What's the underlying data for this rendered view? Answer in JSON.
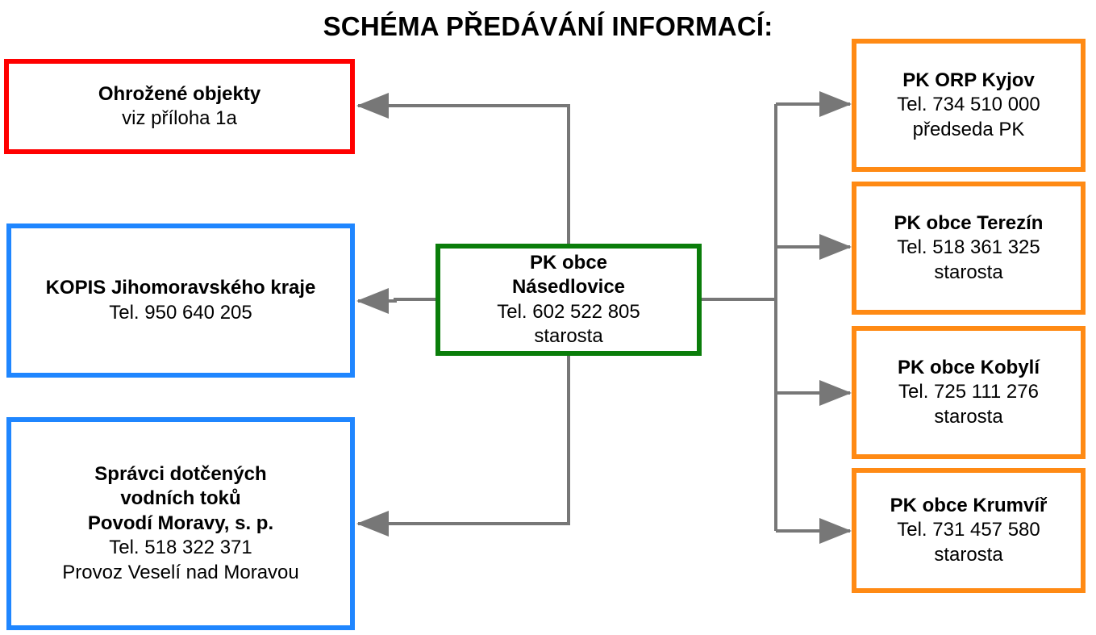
{
  "title": "SCHÉMA PŘEDÁVÁNÍ INFORMACÍ:",
  "colors": {
    "threatened": "#ff0000",
    "authority": "#1f86ff",
    "center": "#0a7d0a",
    "municipality": "#ff8a14",
    "connector": "#777777"
  },
  "boxes": {
    "threatened": {
      "name": "Ohrožené objekty",
      "note": "viz příloha 1a"
    },
    "kopis": {
      "name": "KOPIS Jihomoravského kraje",
      "phone": "Tel. 950 640 205"
    },
    "watercourse": {
      "name_line1": "Správci dotčených",
      "name_line2": "vodních toků",
      "name_line3": "Povodí Moravy, s. p.",
      "phone": "Tel. 518 322 371",
      "site": "Provoz Veselí nad Moravou"
    },
    "center": {
      "name_line1": "PK obce",
      "name_line2": "Násedlovice",
      "phone": "Tel. 602 522 805",
      "role": "starosta"
    },
    "kyjov": {
      "name": "PK ORP Kyjov",
      "phone": "Tel. 734 510 000",
      "role": "předseda PK"
    },
    "terezin": {
      "name": "PK obce Terezín",
      "phone": "Tel. 518 361 325",
      "role": "starosta"
    },
    "kobyli": {
      "name": "PK obce Kobylí",
      "phone": "Tel. 725 111 276",
      "role": "starosta"
    },
    "krumvir": {
      "name": "PK obce Krumvíř",
      "phone": "Tel. 731 457 580",
      "role": "starosta"
    }
  }
}
